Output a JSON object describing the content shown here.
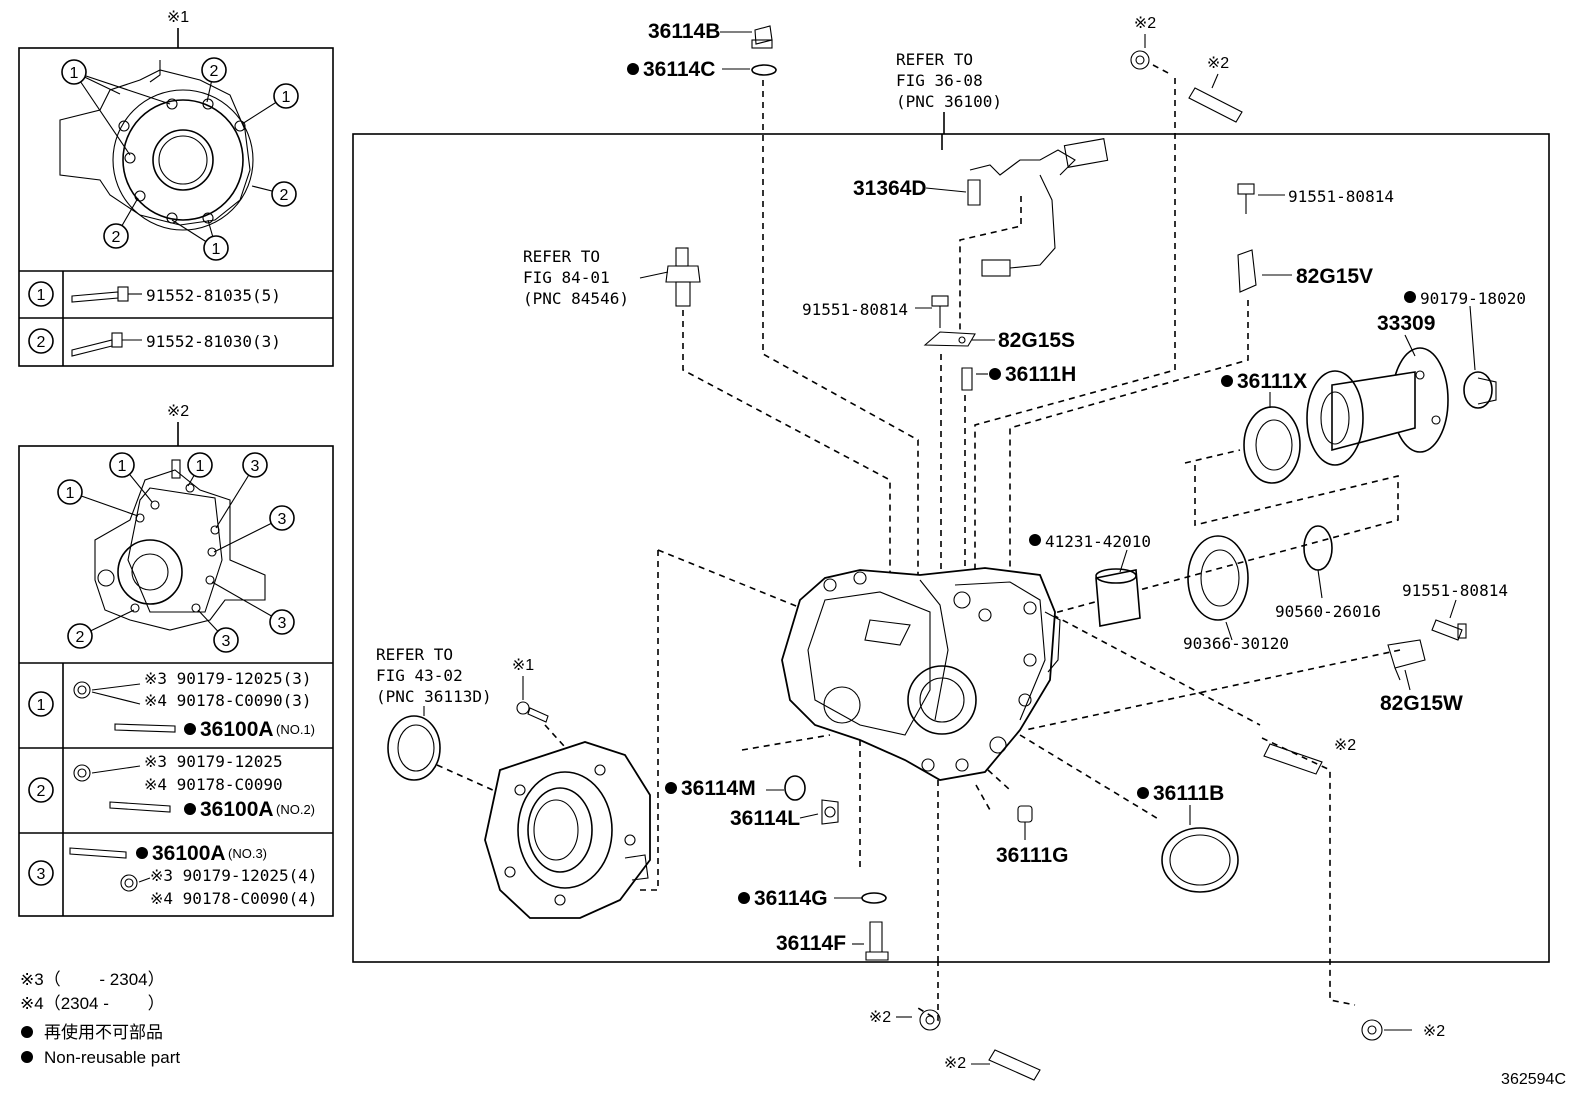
{
  "figure_id": "362594C",
  "inset1": {
    "mark": "※1",
    "rows": [
      {
        "num": "①",
        "part": "91552-81035(5)"
      },
      {
        "num": "②",
        "part": "91552-81030(3)"
      }
    ]
  },
  "inset2": {
    "mark": "※2",
    "rows": [
      {
        "num": "①",
        "lines": [
          "※3 90179-12025(3)",
          "※4 90178-C0090(3)"
        ],
        "part": "36100A",
        "note": "(NO.1)"
      },
      {
        "num": "②",
        "lines": [
          "※3 90179-12025",
          "※4 90178-C0090"
        ],
        "part": "36100A",
        "note": "(NO.2)"
      },
      {
        "num": "③",
        "part": "36100A",
        "note": "(NO.3)",
        "lines": [
          "※3 90179-12025(4)",
          "※4 90178-C0090(4)"
        ]
      }
    ]
  },
  "legend": {
    "l1": "※3（　　 - 2304）",
    "l2": "※4（2304 - 　　）",
    "l3": "再使用不可部品",
    "l4": "Non-reusable part"
  },
  "refs": {
    "r1": [
      "REFER TO",
      "FIG 36-08",
      "(PNC 36100)"
    ],
    "r2": [
      "REFER TO",
      "FIG 84-01",
      "(PNC 84546)"
    ],
    "r3": [
      "REFER TO",
      "FIG 43-02",
      "(PNC 36113D)"
    ]
  },
  "parts": {
    "p36114B": "36114B",
    "p36114C": "36114C",
    "p31364D": "31364D",
    "p91551a": "91551-80814",
    "p82G15S": "82G15S",
    "p36111H": "36111H",
    "p91551b": "91551-80814",
    "p82G15V": "82G15V",
    "p90179": "90179-18020",
    "p33309": "33309",
    "p36111X": "36111X",
    "p41231": "41231-42010",
    "p90366": "90366-30120",
    "p90560": "90560-26016",
    "p91551c": "91551-80814",
    "p82G15W": "82G15W",
    "p36111B": "36111B",
    "p36111G": "36111G",
    "p36114M": "36114M",
    "p36114L": "36114L",
    "p36114G": "36114G",
    "p36114F": "36114F"
  },
  "marks": {
    "m2": "※2",
    "m1": "※1"
  }
}
